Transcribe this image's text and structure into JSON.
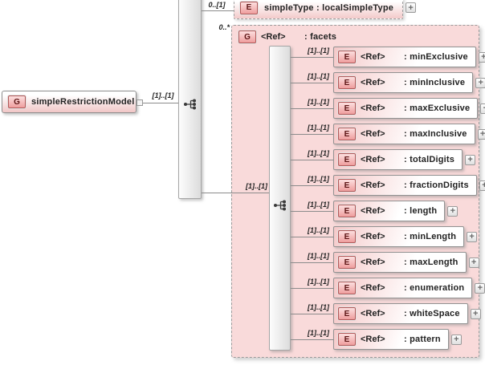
{
  "icons": {
    "group_letter": "G",
    "element_letter": "E",
    "expand": "+",
    "sequence": "sequence-compositor"
  },
  "root": {
    "label": "simpleRestrictionModel"
  },
  "connections": {
    "root_to_sequence": "[1]..[1]",
    "sequence_to_simpleType": "0..[1]",
    "sequence_to_facets": "0..*",
    "facets_to_inner_sequence": "[1]..[1]"
  },
  "simple_type": {
    "label": "simpleType : localSimpleType"
  },
  "facets": {
    "ref_label": "<Ref>",
    "label": ": facets",
    "rows": [
      {
        "cardinality": "[1]..[1]",
        "ref_label": "<Ref>",
        "label": ": minExclusive"
      },
      {
        "cardinality": "[1]..[1]",
        "ref_label": "<Ref>",
        "label": ": minInclusive"
      },
      {
        "cardinality": "[1]..[1]",
        "ref_label": "<Ref>",
        "label": ": maxExclusive"
      },
      {
        "cardinality": "[1]..[1]",
        "ref_label": "<Ref>",
        "label": ": maxInclusive"
      },
      {
        "cardinality": "[1]..[1]",
        "ref_label": "<Ref>",
        "label": ": totalDigits"
      },
      {
        "cardinality": "[1]..[1]",
        "ref_label": "<Ref>",
        "label": ": fractionDigits"
      },
      {
        "cardinality": "[1]..[1]",
        "ref_label": "<Ref>",
        "label": ": length"
      },
      {
        "cardinality": "[1]..[1]",
        "ref_label": "<Ref>",
        "label": ": minLength"
      },
      {
        "cardinality": "[1]..[1]",
        "ref_label": "<Ref>",
        "label": ": maxLength"
      },
      {
        "cardinality": "[1]..[1]",
        "ref_label": "<Ref>",
        "label": ": enumeration"
      },
      {
        "cardinality": "[1]..[1]",
        "ref_label": "<Ref>",
        "label": ": whiteSpace"
      },
      {
        "cardinality": "[1]..[1]",
        "ref_label": "<Ref>",
        "label": ": pattern"
      }
    ]
  }
}
